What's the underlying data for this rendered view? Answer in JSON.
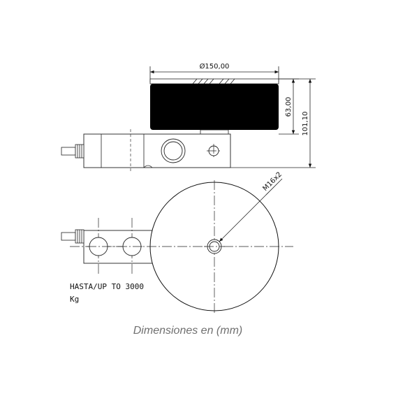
{
  "dimensions": {
    "diameter": "Ø150,00",
    "top_height": "63,00",
    "total_height": "101,10",
    "thread": "M16x2"
  },
  "note": {
    "line1": "HASTA/UP TO 3000",
    "line2": "Kg"
  },
  "caption": "Dimensiones en (mm)",
  "colors": {
    "outline": "#222222",
    "fill_dark": "#000000",
    "caption": "#707070"
  }
}
